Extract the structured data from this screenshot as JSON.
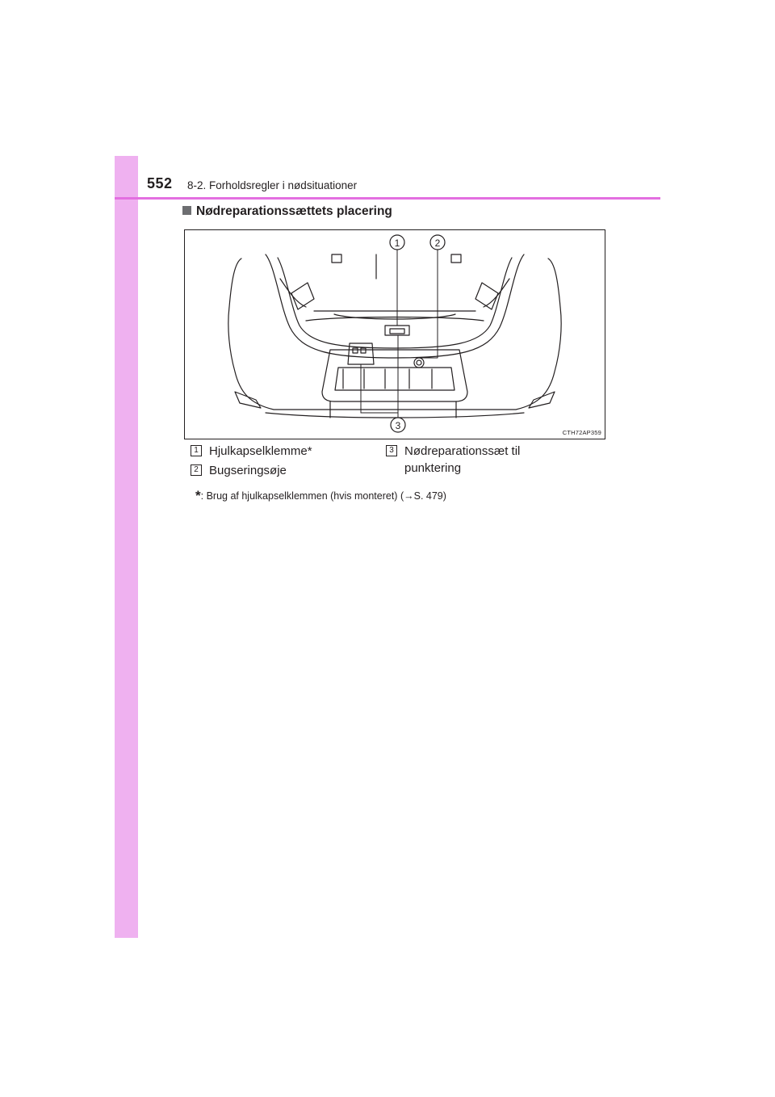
{
  "header": {
    "page_number": "552",
    "chapter_title": "8-2. Forholdsregler i nødsituationer"
  },
  "section": {
    "heading": "Nødreparationssættets placering"
  },
  "figure": {
    "code": "CTH72AP359",
    "callouts": [
      "1",
      "2",
      "3"
    ]
  },
  "legend": [
    {
      "number": "1",
      "text": "Hjulkapselklemme*"
    },
    {
      "number": "2",
      "text": "Bugseringsøje"
    },
    {
      "number": "3",
      "line1": "Nødreparationssæt til",
      "line2": "punktering"
    }
  ],
  "footnote": {
    "marker": "*",
    "text": ": Brug af hjulkapselklemmen (hvis monteret) (→S. 479)"
  },
  "colors": {
    "side_band": "#efb1f0",
    "header_rule": "#e36fe0",
    "text": "#231f20"
  }
}
